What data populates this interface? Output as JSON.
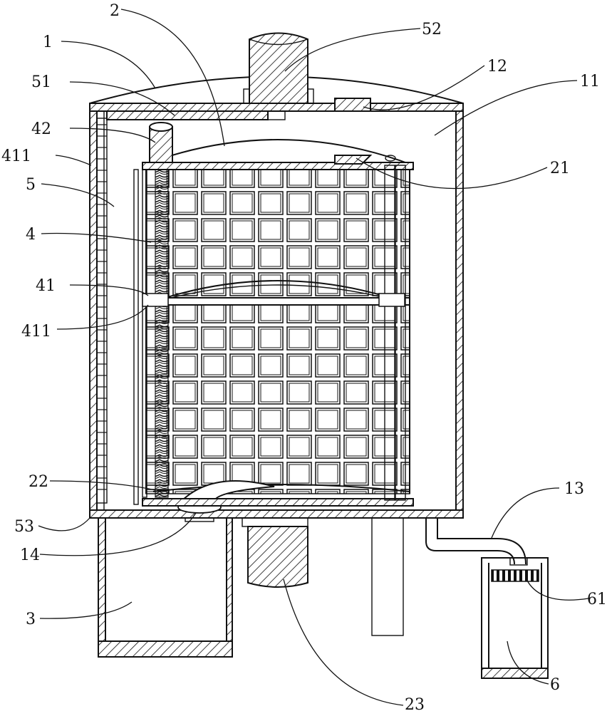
{
  "figure": {
    "labels": [
      {
        "id": "label-1",
        "text": "1"
      },
      {
        "id": "label-2",
        "text": "2"
      },
      {
        "id": "label-51",
        "text": "51"
      },
      {
        "id": "label-42",
        "text": "42"
      },
      {
        "id": "label-411-top",
        "text": "411"
      },
      {
        "id": "label-5",
        "text": "5"
      },
      {
        "id": "label-4",
        "text": "4"
      },
      {
        "id": "label-41",
        "text": "41"
      },
      {
        "id": "label-411-mid",
        "text": "411"
      },
      {
        "id": "label-22",
        "text": "22"
      },
      {
        "id": "label-53",
        "text": "53"
      },
      {
        "id": "label-14",
        "text": "14"
      },
      {
        "id": "label-3",
        "text": "3"
      },
      {
        "id": "label-52",
        "text": "52"
      },
      {
        "id": "label-12",
        "text": "12"
      },
      {
        "id": "label-11",
        "text": "11"
      },
      {
        "id": "label-21",
        "text": "21"
      },
      {
        "id": "label-13",
        "text": "13"
      },
      {
        "id": "label-61",
        "text": "61"
      },
      {
        "id": "label-6",
        "text": "6"
      },
      {
        "id": "label-23",
        "text": "23"
      }
    ]
  }
}
